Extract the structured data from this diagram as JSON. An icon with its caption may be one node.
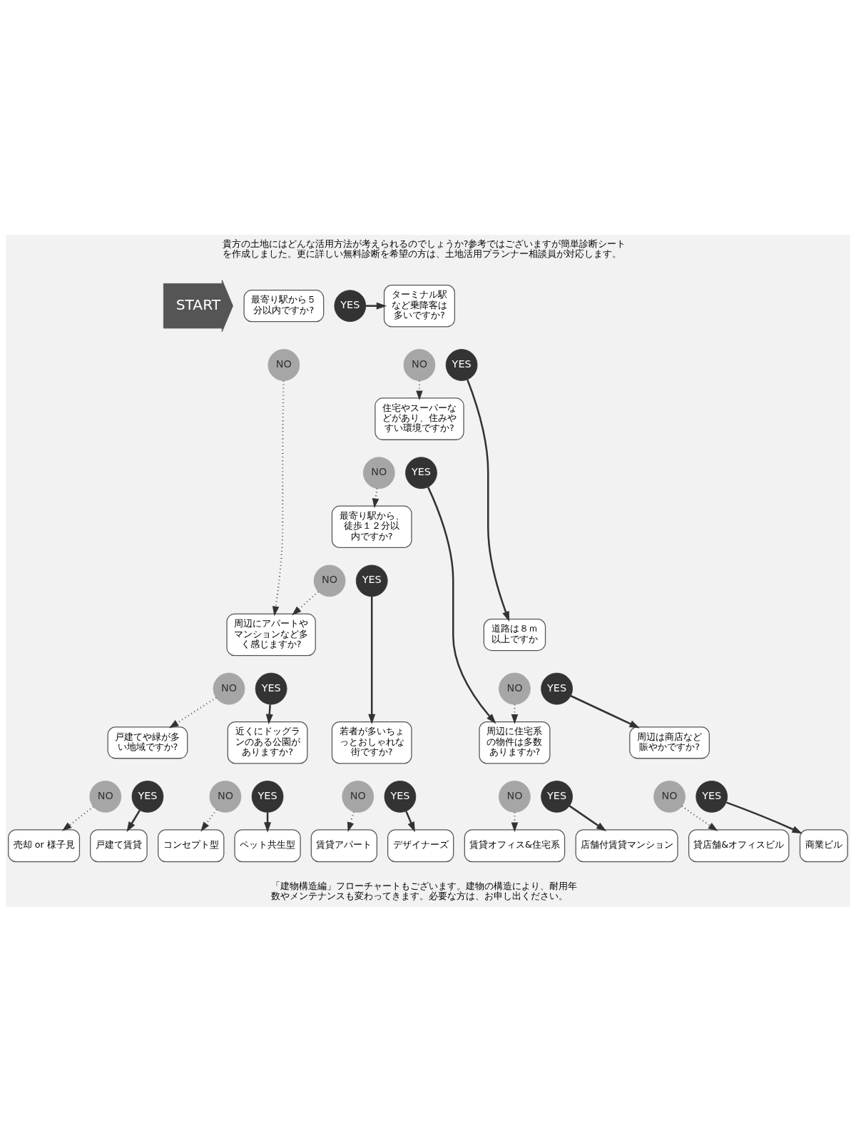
{
  "diagram": {
    "nodes": [
      {
        "text": [
          "START"
        ]
      },
      {
        "text": [
          "最寄り駅から５分以内ですか?"
        ]
      },
      {
        "text": [
          "YES"
        ]
      },
      {
        "text": [
          "NO"
        ]
      },
      {
        "text": [
          "ターミナル駅など乗降客は多いですか?"
        ]
      },
      {
        "text": [
          "NO"
        ]
      },
      {
        "text": [
          "YES"
        ]
      },
      {
        "text": [
          "住宅やスーパーなどがあり、住みやすい環境ですか?"
        ]
      },
      {
        "text": [
          "NO"
        ]
      },
      {
        "text": [
          "YES"
        ]
      },
      {
        "text": [
          "周辺にアパートやマンションなど多く感じますか?"
        ]
      },
      {
        "text": [
          "NO"
        ]
      },
      {
        "text": [
          "YES"
        ]
      },
      {
        "text": [
          "道路は８ｍ以上ですか"
        ]
      },
      {
        "text": [
          "NO"
        ]
      },
      {
        "text": [
          "YES"
        ]
      },
      {
        "text": [
          "最寄り駅から、徒歩１２分以内ですか?"
        ]
      },
      {
        "text": [
          "NO"
        ]
      },
      {
        "text": [
          "YES"
        ]
      },
      {
        "text": [
          "戸建てや緑が多い地域ですか?"
        ]
      },
      {
        "text": [
          "NO"
        ]
      },
      {
        "text": [
          "YES"
        ]
      },
      {
        "text": [
          "近くにドッグランのある公園がありますか?"
        ]
      },
      {
        "text": [
          "NO"
        ]
      },
      {
        "text": [
          "YES"
        ]
      },
      {
        "text": [
          "若者が多いちょっとおしゃれな街ですか?"
        ]
      },
      {
        "text": [
          "NO"
        ]
      },
      {
        "text": [
          "YES"
        ]
      },
      {
        "text": [
          "周辺に住宅系の物件は多数ありますか?"
        ]
      },
      {
        "text": [
          "NO"
        ]
      },
      {
        "text": [
          "YES"
        ]
      },
      {
        "text": [
          "周辺は商店など賑やかですか?"
        ]
      },
      {
        "text": [
          "NO"
        ]
      },
      {
        "text": [
          "YES"
        ]
      },
      {
        "text": [
          "売却 or 様子見"
        ]
      },
      {
        "text": [
          "戸建て賃貸"
        ]
      },
      {
        "text": [
          "コンセプト型"
        ]
      },
      {
        "text": [
          "ペット共生型"
        ]
      },
      {
        "text": [
          "賃貸アパート"
        ]
      },
      {
        "text": [
          "デザイナーズ"
        ]
      },
      {
        "text": [
          "賃貸オフィス&住宅系"
        ]
      },
      {
        "text": [
          "店舗付賃貸マンション"
        ]
      },
      {
        "text": [
          "貸店舗&オフィスビル"
        ]
      },
      {
        "text": [
          "商業ビル"
        ]
      }
    ],
    "edges": [
      {
        "from": 2,
        "to": 4,
        "arrow": "to"
      },
      {
        "from": 3,
        "to": 10,
        "arrow": "to",
        "style": "dashed"
      },
      {
        "from": 5,
        "to": 7,
        "arrow": "to",
        "style": "dashed"
      },
      {
        "from": 6,
        "to": 13,
        "arrow": "to"
      },
      {
        "from": 8,
        "to": 16,
        "arrow": "to",
        "style": "dashed"
      },
      {
        "from": 9,
        "to": 28,
        "arrow": "to"
      },
      {
        "from": 11,
        "to": 19,
        "arrow": "to",
        "style": "dashed"
      },
      {
        "from": 12,
        "to": 22,
        "arrow": "to"
      },
      {
        "from": 14,
        "to": 28,
        "arrow": "to",
        "style": "dashed"
      },
      {
        "from": 15,
        "to": 31,
        "arrow": "to"
      },
      {
        "from": 17,
        "to": 10,
        "arrow": "to",
        "style": "dashed"
      },
      {
        "from": 18,
        "to": 25,
        "arrow": "to"
      },
      {
        "from": 20,
        "to": 34,
        "arrow": "to",
        "style": "dashed"
      },
      {
        "from": 21,
        "to": 35,
        "arrow": "to"
      },
      {
        "from": 23,
        "to": 36,
        "arrow": "to",
        "style": "dashed"
      },
      {
        "from": 24,
        "to": 37,
        "arrow": "to"
      },
      {
        "from": 26,
        "to": 38,
        "arrow": "to",
        "style": "dashed"
      },
      {
        "from": 27,
        "to": 39,
        "arrow": "to"
      },
      {
        "from": 29,
        "to": 40,
        "arrow": "to",
        "style": "dashed"
      },
      {
        "from": 30,
        "to": 41,
        "arrow": "to"
      },
      {
        "from": 32,
        "to": 42,
        "arrow": "to",
        "style": "dashed"
      },
      {
        "from": 33,
        "to": 43,
        "arrow": "to"
      }
    ],
    "labels": [
      "貴方の土地にはどんな活用方法が考えられるのでしょうか?参考ではございますが簡単診断シートを作成しました。更に詳しい無料診断を希望の方は、土地活用プランナー相談員が対応します。",
      "「建物構造編」フローチャートもございます。建物の構造により、耐用年数やメンテナンスも変わってきます。必要な方は、お申し出ください。"
    ]
  }
}
